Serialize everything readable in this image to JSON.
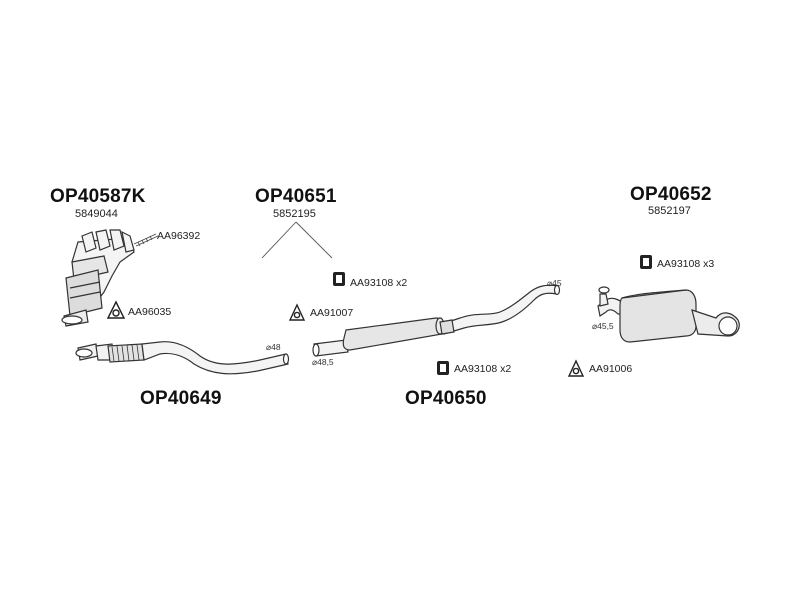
{
  "parts": {
    "manifold": {
      "code": "OP40587K",
      "oem": "5849044"
    },
    "middle_group": {
      "code": "OP40651",
      "oem": "5852195"
    },
    "rear_silencer": {
      "code": "OP40652",
      "oem": "5852197"
    },
    "front_pipe": {
      "code": "OP40649"
    },
    "middle_silencer": {
      "code": "OP40650"
    }
  },
  "accessories": {
    "gasket_manifold": "AA96392",
    "gasket_ring": "AA96035",
    "clamp_mid_top": "AA93108 x2",
    "clamp_ring_mid": "AA91007",
    "clamp_mid_bottom": "AA93108 x2",
    "clamp_rear": "AA93108 x3",
    "clamp_ring_rear": "AA91006"
  },
  "diameters": {
    "front_pipe": "⌀48",
    "mid_inlet": "⌀48,5",
    "mid_outlet": "⌀45",
    "rear_inlet": "⌀45,5"
  }
}
